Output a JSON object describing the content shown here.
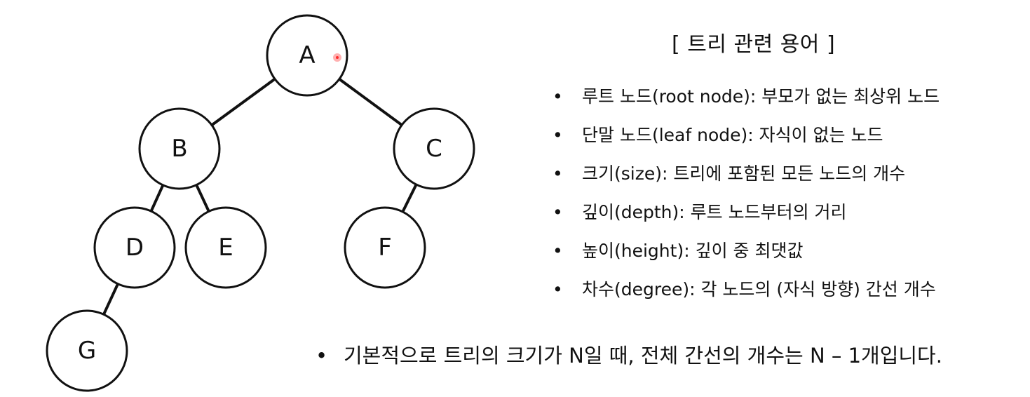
{
  "tree": {
    "nodes": [
      {
        "id": "A",
        "label": "A"
      },
      {
        "id": "B",
        "label": "B"
      },
      {
        "id": "C",
        "label": "C"
      },
      {
        "id": "D",
        "label": "D"
      },
      {
        "id": "E",
        "label": "E"
      },
      {
        "id": "F",
        "label": "F"
      },
      {
        "id": "G",
        "label": "G"
      }
    ],
    "edges": [
      {
        "from": "A",
        "to": "B"
      },
      {
        "from": "A",
        "to": "C"
      },
      {
        "from": "B",
        "to": "D"
      },
      {
        "from": "B",
        "to": "E"
      },
      {
        "from": "C",
        "to": "F"
      },
      {
        "from": "D",
        "to": "G"
      }
    ]
  },
  "glossary": {
    "title": "[ 트리 관련 용어 ]",
    "bullet": "•",
    "items": [
      "루트 노드(root node): 부모가 없는 최상위 노드",
      "단말 노드(leaf node): 자식이 없는 노드",
      "크기(size): 트리에 포함된 모든 노드의 개수",
      "깊이(depth): 루트 노드부터의 거리",
      "높이(height): 깊이 중 최댓값",
      "차수(degree): 각 노드의 (자식 방향) 간선 개수"
    ]
  },
  "note": {
    "bullet": "•",
    "text": "기본적으로 트리의 크기가 N일 때, 전체 간선의 개수는 N – 1개입니다."
  },
  "colors": {
    "line": "#111111",
    "background": "#ffffff",
    "pointer": "#ff2a2a"
  }
}
